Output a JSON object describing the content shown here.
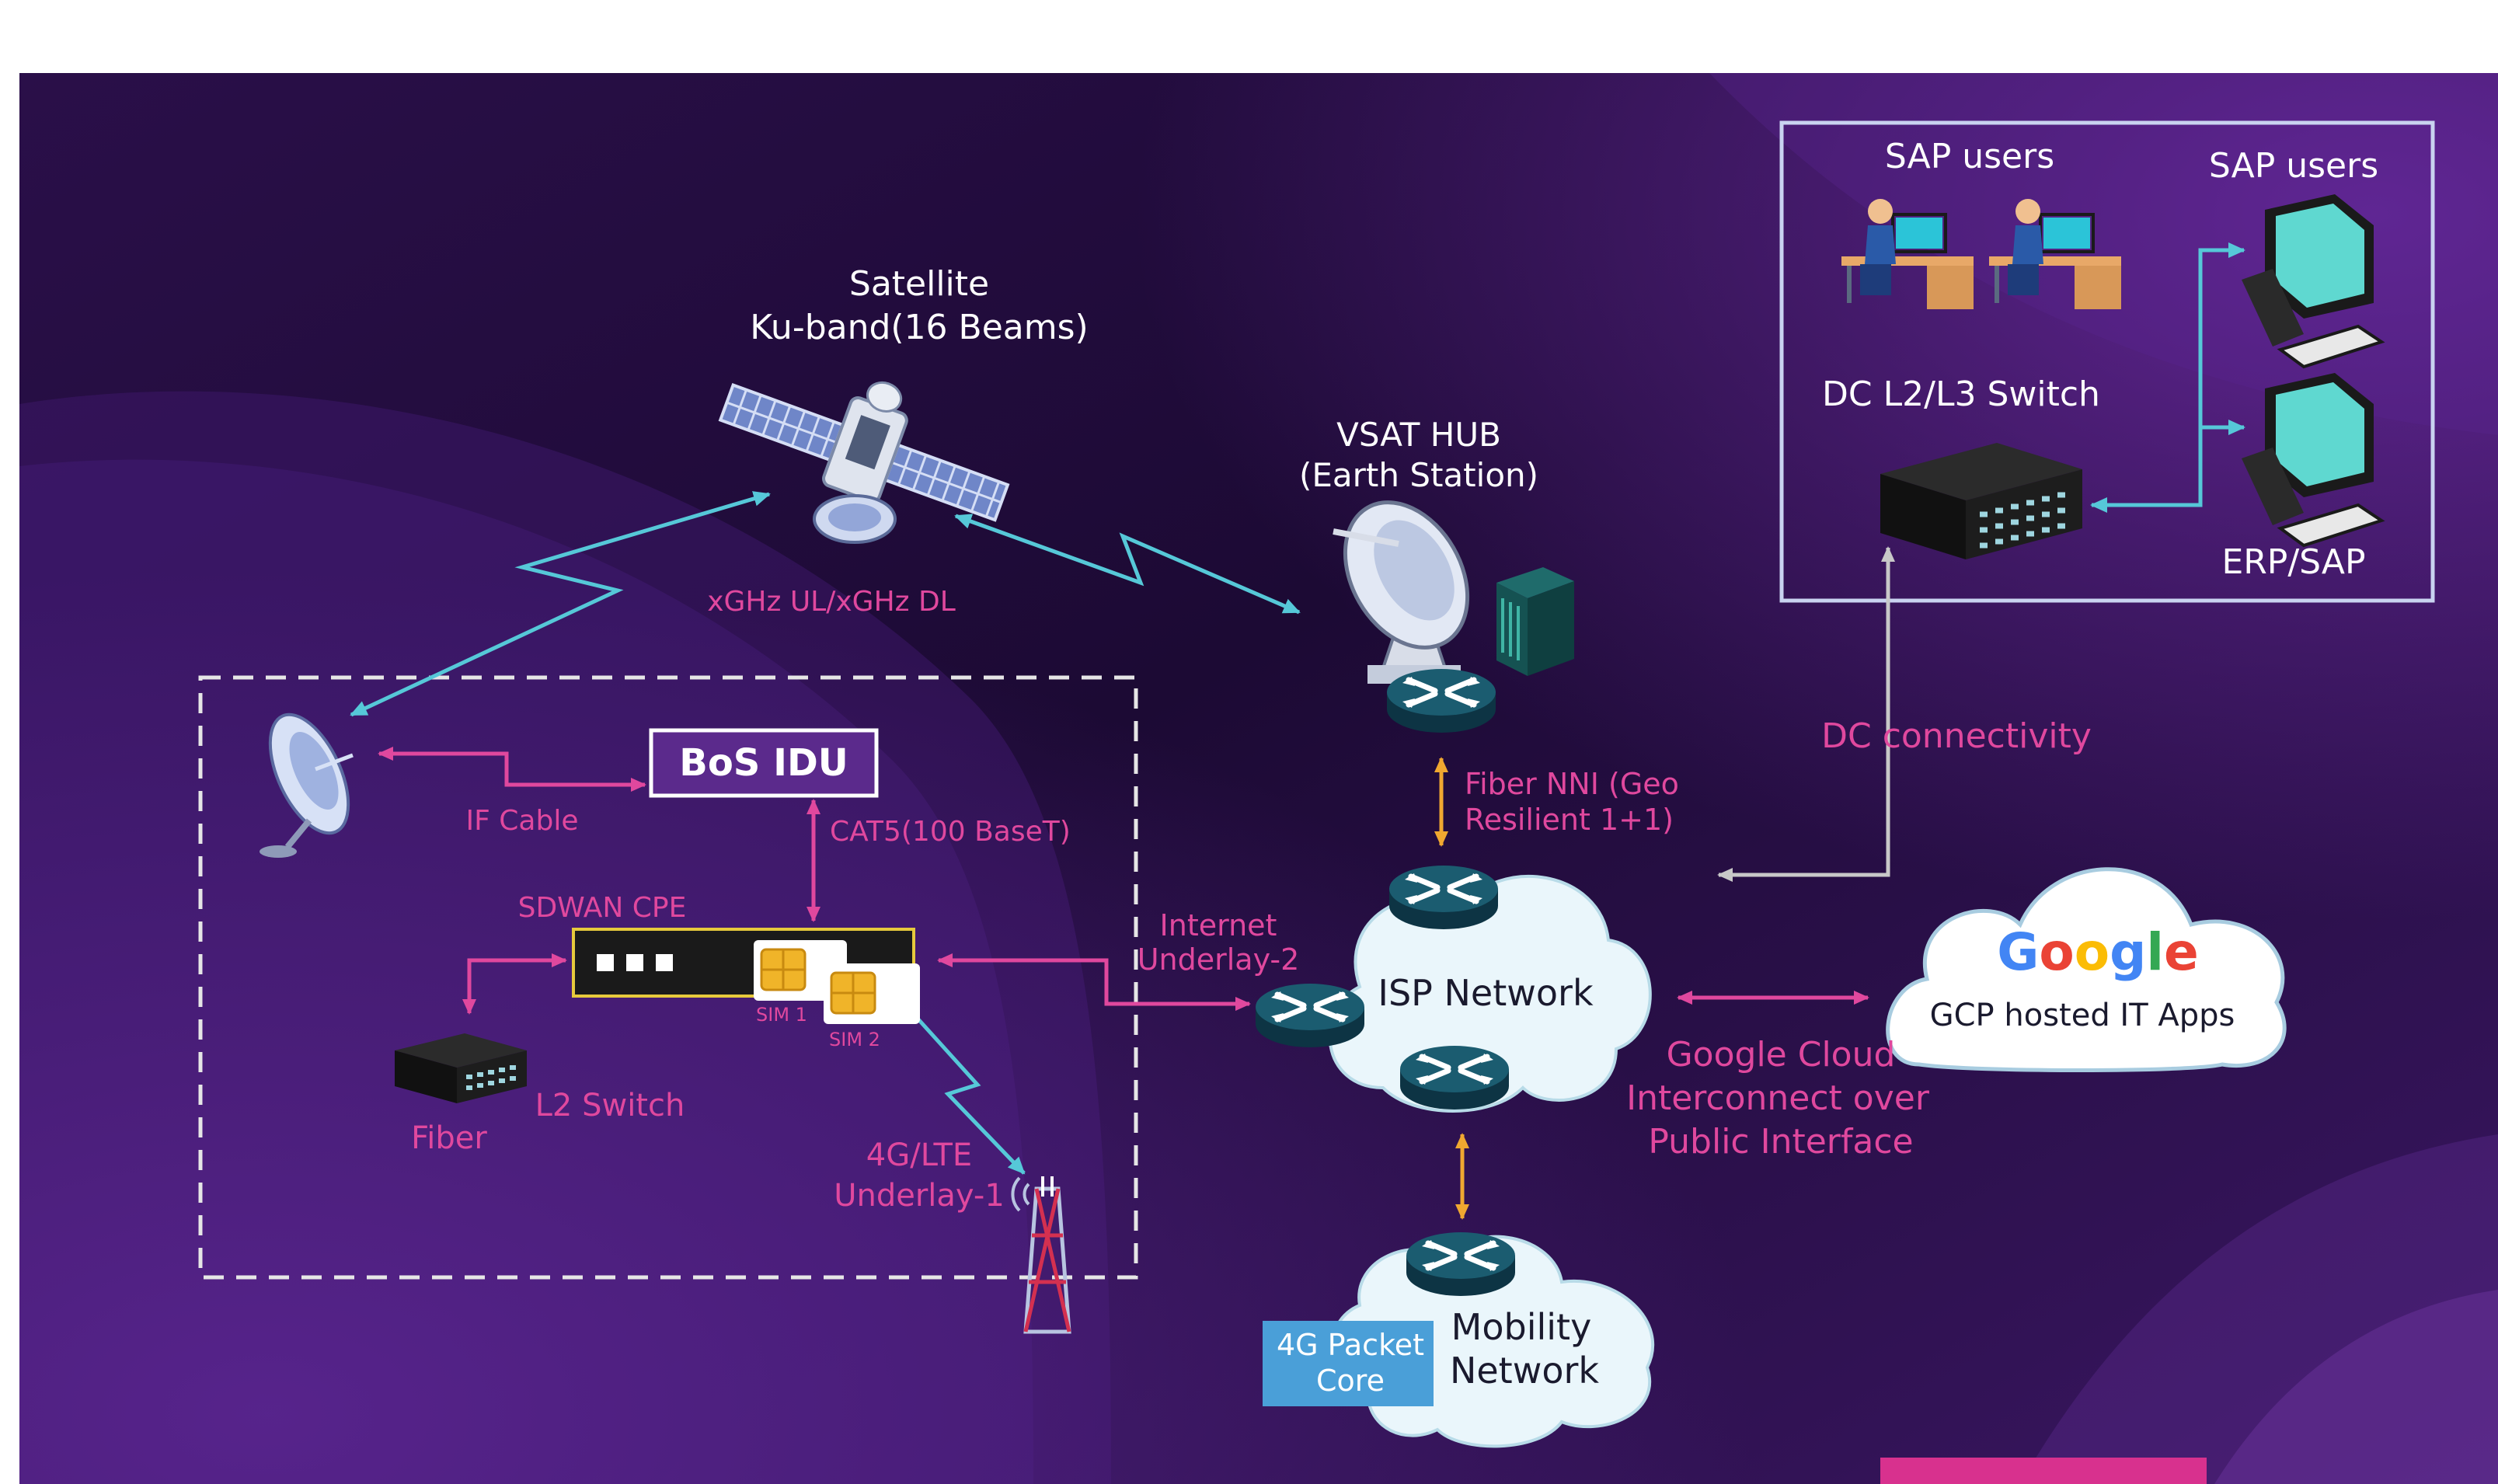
{
  "colors": {
    "bg_dark": "#200b3a",
    "bg_purple": "#4a1c78",
    "white_text": "#ffffff",
    "pink_text": "#e0489e",
    "pink_arrow": "#e0489e",
    "cyan_link": "#56c8d8",
    "orange_arrow": "#f0a830",
    "grey_arrow": "#c8c8c8",
    "router_fill": "#134a5c",
    "cloud_fill": "#eaf6fb",
    "idu_fill": "#5b2a8c",
    "packet_core_fill": "#4a9fd8",
    "magenta_tab": "#d8318e"
  },
  "labels": {
    "satellite_line1": "Satellite",
    "satellite_line2": "Ku-band(16 Beams)",
    "freq": "xGHz UL/xGHz DL",
    "vsat_line1": "VSAT HUB",
    "vsat_line2": "(Earth Station)",
    "bos_idu": "BoS IDU",
    "if_cable": "IF Cable",
    "cat5": "CAT5(100 BaseT)",
    "sdwan_cpe": "SDWAN CPE",
    "sim1": "SIM 1",
    "sim2": "SIM 2",
    "l2_switch": "L2 Switch",
    "fiber": "Fiber",
    "lte_line1": "4G/LTE",
    "lte_line2": "Underlay-1",
    "internet_line1": "Internet",
    "internet_line2": "Underlay-2",
    "fiber_nni_line1": "Fiber NNI (Geo",
    "fiber_nni_line2": "Resilient 1+1)",
    "isp_network": "ISP Network",
    "mobility_line1": "Mobility",
    "mobility_line2": "Network",
    "packet_core_line1": "4G Packet",
    "packet_core_line2": "Core",
    "dc_connectivity": "DC connectivity",
    "google_logo": "Google",
    "gcp_apps": "GCP hosted IT Apps",
    "gci_line1": "Google Cloud",
    "gci_line2": "Interconnect over",
    "gci_line3": "Public Interface",
    "sap_users_left": "SAP users",
    "sap_users_right": "SAP users",
    "dc_switch": "DC L2/L3 Switch",
    "erp_sap": "ERP/SAP"
  },
  "icons": [
    "satellite-icon",
    "vsat-dish-icon",
    "server-rack-icon",
    "router-icon",
    "sat-dish-small-icon",
    "switch-icon",
    "cell-tower-icon",
    "sim-card-icon",
    "user-desk-icon",
    "computer-icon",
    "cloud-icon",
    "google-logo"
  ]
}
